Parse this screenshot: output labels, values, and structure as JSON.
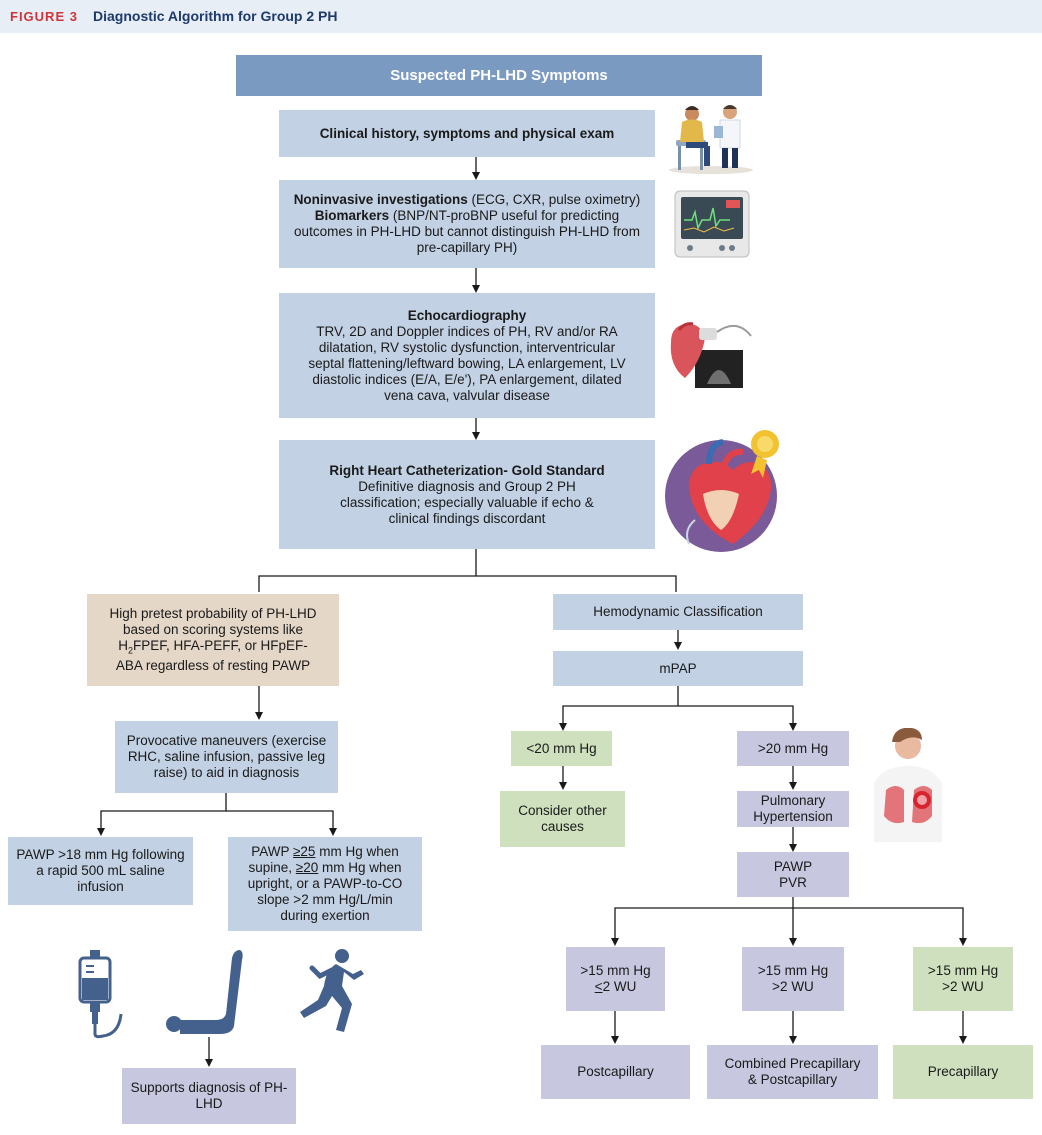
{
  "figure": {
    "label": "FIGURE 3",
    "title": "Diagnostic Algorithm for Group 2 PH"
  },
  "colors": {
    "header_bg": "#e8eef6",
    "label_red": "#d0343a",
    "title_navy": "#1d3a6b",
    "box_blue": "#c2d1e4",
    "box_dark": "#7b9ac2",
    "box_beige": "#e5d7c7",
    "box_green": "#cfe0be",
    "box_lavender": "#c7c7e0"
  },
  "nodes": {
    "suspected": "Suspected PH-LHD Symptoms",
    "clinical": "Clinical history, symptoms and physical exam",
    "noninvasive": {
      "bold1": "Noninvasive investigations",
      "rest1": " (ECG, CXR, pulse oximetry)",
      "bold2": "Biomarkers",
      "rest2": " (BNP/NT-proBNP useful for predicting outcomes in PH-LHD but cannot distinguish PH-LHD from pre-capillary PH)"
    },
    "echo": {
      "title": "Echocardiography",
      "body": "TRV, 2D and Doppler indices of PH, RV and/or RA dilatation, RV systolic dysfunction, interventricular septal flattening/leftward bowing, LA enlargement, LV diastolic indices (E/A, E/e'), PA enlargement, dilated vena cava, valvular disease"
    },
    "rhc": {
      "title": "Right Heart Catheterization- Gold Standard",
      "body": "Definitive diagnosis and Group 2 PH classification; especially valuable if echo & clinical findings discordant"
    },
    "pretest": {
      "part1": "High pretest probability of PH-LHD based on scoring systems like H",
      "sub": "2",
      "part2": "FPEF, HFA-PEFF, or HFpEF-ABA regardless of resting PAWP"
    },
    "provocative": "Provocative maneuvers (exercise RHC, saline infusion, passive leg raise) to aid in diagnosis",
    "pawp18": "PAWP >18 mm Hg following a rapid 500 mL saline infusion",
    "pawp25": {
      "a": "PAWP ",
      "b": "≥25",
      "c": " mm Hg when supine, ",
      "d": "≥20",
      "e": " mm Hg when upright, or a PAWP-to-CO slope >2 mm Hg/L/min during exertion"
    },
    "supports": "Supports diagnosis of PH-LHD",
    "hemo": "Hemodynamic Classification",
    "mpap": "mPAP",
    "lt20": "<20 mm Hg",
    "gt20": ">20 mm Hg",
    "consider": "Consider other causes",
    "pulm": "Pulmonary Hypertension",
    "pawp_pvr": {
      "line1": "PAWP",
      "line2": "PVR"
    },
    "c1": {
      "line1": ">15 mm Hg",
      "pre": "",
      "u": "<",
      "post": "2 WU"
    },
    "c2": {
      "line1": ">15 mm Hg",
      "line2": ">2 WU"
    },
    "c3": {
      "line1": ">15 mm Hg",
      "line2": ">2 WU"
    },
    "post": "Postcapillary",
    "combined": "Combined Precapillary & Postcapillary",
    "pre": "Precapillary"
  }
}
